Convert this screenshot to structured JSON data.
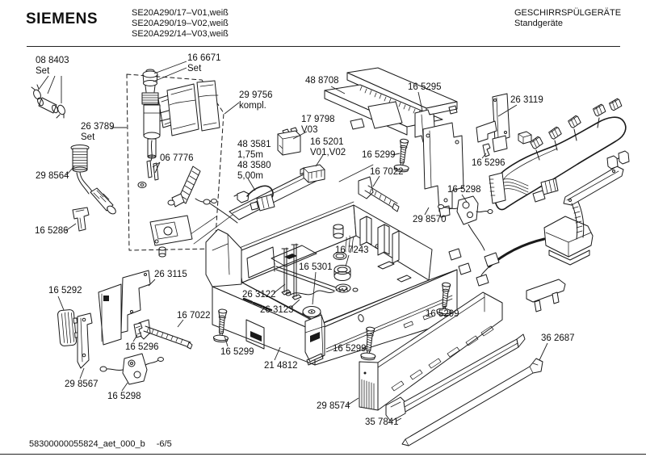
{
  "header": {
    "brand": "SIEMENS",
    "models": [
      "SE20A290/17–V01,weiß",
      "SE20A290/19–V02,weiß",
      "SE20A292/14–V03,weiß"
    ],
    "category": "GESCHIRRSPÜLGERÄTE",
    "type": "Standgeräte"
  },
  "footer": {
    "doc_id": "58300000055824_aet_000_b",
    "sheet": "-6/5"
  },
  "colors": {
    "ink": "#1a1a1a",
    "background": "#ffffff"
  },
  "diagram": {
    "labels": [
      {
        "text": "08 8403\nSet"
      },
      {
        "text": "16 6671\nSet"
      },
      {
        "text": "29 9756\nkompl."
      },
      {
        "text": "48 8708"
      },
      {
        "text": "16 5295"
      },
      {
        "text": "26 3119"
      },
      {
        "text": "17 9798\nV03"
      },
      {
        "text": "16 5201\nV01,V02"
      },
      {
        "text": "48 3581\n1,75m\n48 3580\n5,00m"
      },
      {
        "text": "16 5299"
      },
      {
        "text": "16 5296"
      },
      {
        "text": "16 7022"
      },
      {
        "text": "16 5298"
      },
      {
        "text": "29 8570"
      },
      {
        "text": "26 3789\nSet"
      },
      {
        "text": "06 7776"
      },
      {
        "text": "29 8564"
      },
      {
        "text": "16 5286"
      },
      {
        "text": "16 5292"
      },
      {
        "text": "26 3115"
      },
      {
        "text": "16 7022"
      },
      {
        "text": "16 5296"
      },
      {
        "text": "29 8567"
      },
      {
        "text": "16 5298"
      },
      {
        "text": "16 7243"
      },
      {
        "text": "16 5301"
      },
      {
        "text": "26 3122"
      },
      {
        "text": "26 3123"
      },
      {
        "text": "16 5299"
      },
      {
        "text": "21 4812"
      },
      {
        "text": "16 5299"
      },
      {
        "text": "16 5299"
      },
      {
        "text": "36 2687"
      },
      {
        "text": "29 8574"
      },
      {
        "text": "35 7841"
      }
    ]
  }
}
